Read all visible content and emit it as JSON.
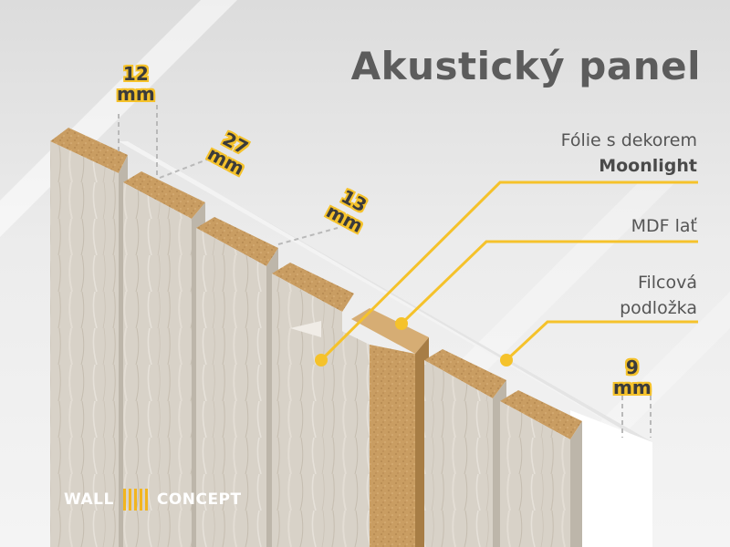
{
  "title": "Akustický panel",
  "labels": {
    "folie_line1": "Fólie s dekorem",
    "folie_line2": "Moonlight",
    "mdf": "MDF lať",
    "filc_line1": "Filcová",
    "filc_line2": "podložka"
  },
  "dimensions": [
    {
      "value": "12",
      "unit": "mm"
    },
    {
      "value": "27",
      "unit": "mm"
    },
    {
      "value": "13",
      "unit": "mm"
    },
    {
      "value": "9",
      "unit": "mm"
    }
  ],
  "logo": {
    "left": "WALL",
    "right": "CONCEPT"
  },
  "colors": {
    "accent": "#f5c22b",
    "wood": "#d9d3c9",
    "mdf": "#c79a5e",
    "felt": "#ffffff",
    "title": "#5c5c5c"
  }
}
